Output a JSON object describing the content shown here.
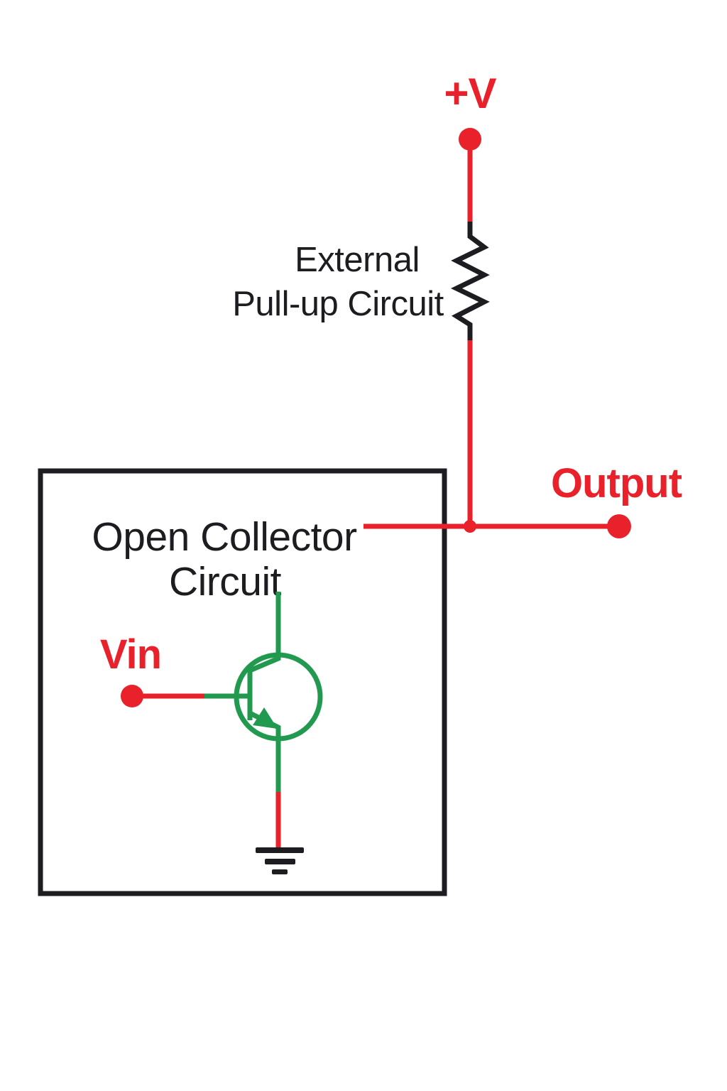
{
  "colors": {
    "wire-red": "#e8212b",
    "wire-green": "#21994f",
    "ink": "#1d1d21",
    "bg": "#ffffff"
  },
  "diagram": {
    "supply_label": "+V",
    "pullup_label_line1": "External",
    "pullup_label_line2": "Pull-up Circuit",
    "output_label": "Output",
    "box_label_line1": "Open Collector",
    "box_label_line2": "Circuit",
    "input_label": "Vin"
  }
}
